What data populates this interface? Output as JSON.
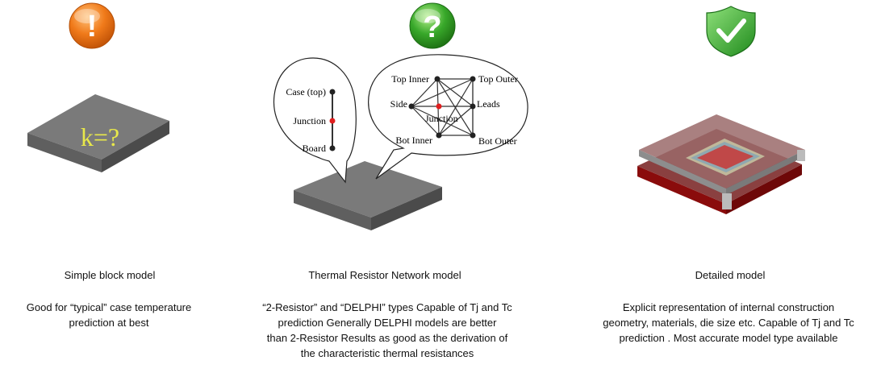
{
  "columns": [
    {
      "icon": "exclamation-icon",
      "icon_glyph": "!",
      "block_label": "k=?",
      "title": "Simple block model",
      "description": [
        "Good for “typical” case temperature",
        "prediction at best"
      ]
    },
    {
      "icon": "question-icon",
      "icon_glyph": "?",
      "title": "Thermal Resistor Network model",
      "description": [
        "“2-Resistor” and “DELPHI” types Capable of Tj and Tc",
        "prediction Generally DELPHI models are better",
        "than 2-Resistor Results as good as the derivation of",
        "the characteristic thermal resistances"
      ],
      "two_resistor_nodes": [
        "Case (top)",
        "Junction",
        "Board"
      ],
      "delphi_nodes": [
        "Top Inner",
        "Top Outer",
        "Side",
        "Leads",
        "Junction",
        "Bot Inner",
        "Bot Outer"
      ]
    },
    {
      "icon": "check-shield-icon",
      "title": "Detailed model",
      "description": [
        "Explicit representation of internal construction",
        "geometry, materials, die size etc. Capable of Tj and Tc",
        "prediction . Most accurate model type available"
      ]
    }
  ],
  "colors": {
    "orange_icon": "#f07a1a",
    "green_icon": "#38a82a",
    "block_top": "#7a7a7a",
    "block_front": "#5e5e5e",
    "block_side": "#4b4b4b",
    "k_label": "#e8e84a",
    "junction_node": "#e01f1f",
    "node": "#222222",
    "package_red": "#a01010"
  }
}
